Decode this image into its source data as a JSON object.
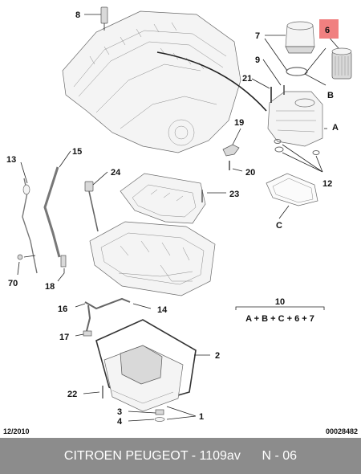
{
  "footer": {
    "title": "CITROEN PEUGEOT - 1109av",
    "page": "N - 06"
  },
  "meta": {
    "date": "12/2010",
    "doc_number": "00028482"
  },
  "kit": {
    "number": "10",
    "formula": "A + B + C + 6 + 7"
  },
  "highlight_color": "#f08080",
  "callouts": {
    "p1": "1",
    "p2": "2",
    "p3": "3",
    "p4": "4",
    "p6": "6",
    "p7": "7",
    "p8": "8",
    "p9": "9",
    "p12": "12",
    "p13": "13",
    "p14": "14",
    "p15": "15",
    "p16": "16",
    "p17": "17",
    "p18": "18",
    "p19": "19",
    "p20": "20",
    "p21": "21",
    "p22": "22",
    "p23": "23",
    "p24": "24",
    "p70": "70",
    "A": "A",
    "B": "B",
    "C": "C"
  }
}
